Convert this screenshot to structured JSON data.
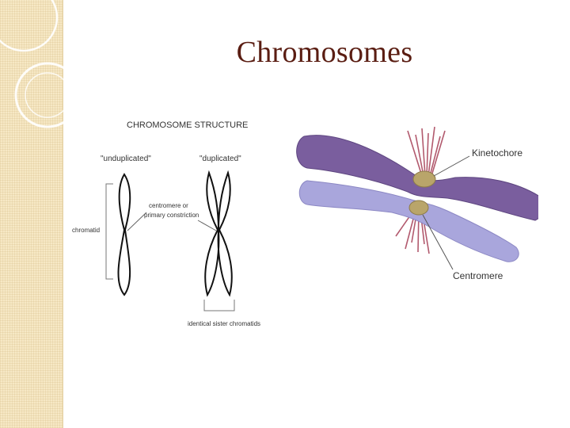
{
  "slide": {
    "title": "Chromosomes"
  },
  "structure_diagram": {
    "heading": "CHROMOSOME STRUCTURE",
    "unduplicated_label": "\"unduplicated\"",
    "duplicated_label": "\"duplicated\"",
    "centromere_label_line1": "centromere or",
    "centromere_label_line2": "primary constriction",
    "chromatid_label": "chromatid",
    "sister_chromatids_label": "identical sister chromatids"
  },
  "illustration": {
    "kinetochore_label": "Kinetochore",
    "centromere_label": "Centromere",
    "colors": {
      "upper_arm": "#7a5e9e",
      "lower_arm": "#a9a6dc",
      "centromere": "#b9a56a",
      "spindle": "#b25a6e"
    }
  }
}
